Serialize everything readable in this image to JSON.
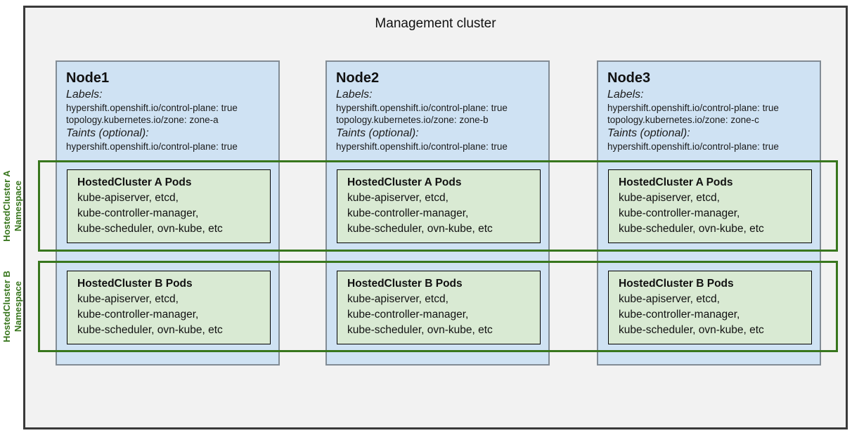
{
  "title": "Management cluster",
  "colors": {
    "bg_fill": "#f2f2f2",
    "outer_border": "#3a3a3a",
    "node_fill": "#cfe2f3",
    "node_border": "#828c95",
    "pods_fill": "#d9ead3",
    "ns_green": "#38761d"
  },
  "namespaces": [
    {
      "line1": "HostedCluster A",
      "line2": "Namespace"
    },
    {
      "line1": "HostedCluster B",
      "line2": "Namespace"
    }
  ],
  "nodes": [
    {
      "name": "Node1",
      "labels_heading": "Labels:",
      "labels": [
        "hypershift.openshift.io/control-plane: true",
        "topology.kubernetes.io/zone: zone-a"
      ],
      "taints_heading": "Taints (optional):",
      "taints": [
        "hypershift.openshift.io/control-plane: true"
      ],
      "pods": [
        {
          "title": "HostedCluster A Pods",
          "lines": [
            "kube-apiserver, etcd,",
            "kube-controller-manager,",
            "kube-scheduler, ovn-kube, etc"
          ]
        },
        {
          "title": "HostedCluster B Pods",
          "lines": [
            "kube-apiserver, etcd,",
            "kube-controller-manager,",
            "kube-scheduler, ovn-kube, etc"
          ]
        }
      ]
    },
    {
      "name": "Node2",
      "labels_heading": "Labels:",
      "labels": [
        "hypershift.openshift.io/control-plane: true",
        "topology.kubernetes.io/zone: zone-b"
      ],
      "taints_heading": "Taints (optional):",
      "taints": [
        "hypershift.openshift.io/control-plane: true"
      ],
      "pods": [
        {
          "title": "HostedCluster A Pods",
          "lines": [
            "kube-apiserver, etcd,",
            "kube-controller-manager,",
            "kube-scheduler, ovn-kube, etc"
          ]
        },
        {
          "title": "HostedCluster B Pods",
          "lines": [
            "kube-apiserver, etcd,",
            "kube-controller-manager,",
            "kube-scheduler, ovn-kube, etc"
          ]
        }
      ]
    },
    {
      "name": "Node3",
      "labels_heading": "Labels:",
      "labels": [
        "hypershift.openshift.io/control-plane: true",
        "topology.kubernetes.io/zone: zone-c"
      ],
      "taints_heading": "Taints (optional):",
      "taints": [
        "hypershift.openshift.io/control-plane: true"
      ],
      "pods": [
        {
          "title": "HostedCluster A Pods",
          "lines": [
            "kube-apiserver, etcd,",
            "kube-controller-manager,",
            "kube-scheduler, ovn-kube, etc"
          ]
        },
        {
          "title": "HostedCluster B Pods",
          "lines": [
            "kube-apiserver, etcd,",
            "kube-controller-manager,",
            "kube-scheduler, ovn-kube, etc"
          ]
        }
      ]
    }
  ]
}
